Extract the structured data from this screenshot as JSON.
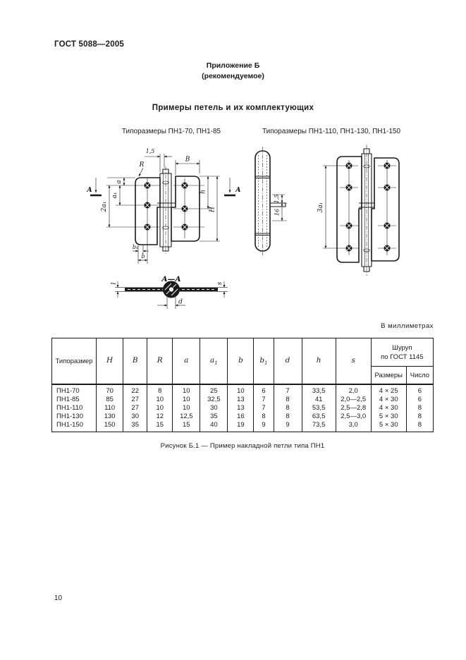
{
  "header": {
    "doc_number": "ГОСТ 5088—2005"
  },
  "appendix": {
    "title": "Приложение Б",
    "subtitle": "(рекомендуемое)",
    "heading": "Примеры петель и их комплектующих"
  },
  "figure": {
    "caption_left": "Типоразмеры ПН1-70, ПН1-85",
    "caption_right": "Типоразмеры ПН1-110, ПН1-130, ПН1-150",
    "figure_caption": "Рисунок Б.1 — Пример накладной петли типа ПН1",
    "labels": {
      "section_letter": "А",
      "section_title": "А—А",
      "gap": "1,5",
      "width": "В",
      "radius": "R",
      "a": "а",
      "a1": "а₁",
      "two_a1": "2а₁",
      "h": "h",
      "height": "Н",
      "b1": "b₁",
      "b": "b",
      "plate_t": "1",
      "plate_s": "s",
      "pin_d": "d",
      "side_gap": "1,5",
      "side_len": "16",
      "three_a1": "3а₁"
    }
  },
  "table": {
    "units_note": "В миллиметрах",
    "columns": [
      {
        "t": "Типоразмер",
        "s": ""
      },
      {
        "t": "H",
        "s": ""
      },
      {
        "t": "B",
        "s": ""
      },
      {
        "t": "R",
        "s": ""
      },
      {
        "t": "a",
        "s": ""
      },
      {
        "t": "a",
        "s": "1"
      },
      {
        "t": "b",
        "s": ""
      },
      {
        "t": "b",
        "s": "1"
      },
      {
        "t": "d",
        "s": ""
      },
      {
        "t": "h",
        "s": ""
      },
      {
        "t": "s",
        "s": ""
      }
    ],
    "screw": {
      "line1": "Шуруп",
      "line2": "по ГОСТ 1145",
      "size_label": "Размеры",
      "count_label": "Число"
    },
    "rows": [
      [
        "ПН1-70",
        "70",
        "22",
        "8",
        "10",
        "25",
        "10",
        "6",
        "7",
        "33,5",
        "2,0",
        "4 × 25",
        "6"
      ],
      [
        "ПН1-85",
        "85",
        "27",
        "10",
        "10",
        "32,5",
        "13",
        "7",
        "8",
        "41",
        "2,0—2,5",
        "4 × 30",
        "6"
      ],
      [
        "ПН1-110",
        "110",
        "27",
        "10",
        "10",
        "30",
        "13",
        "7",
        "8",
        "53,5",
        "2,5—2,8",
        "4 × 30",
        "8"
      ],
      [
        "ПН1-130",
        "130",
        "30",
        "12",
        "12,5",
        "35",
        "16",
        "8",
        "8",
        "63,5",
        "2,5—3,0",
        "5 × 30",
        "8"
      ],
      [
        "ПН1-150",
        "150",
        "35",
        "15",
        "15",
        "40",
        "19",
        "9",
        "9",
        "73,5",
        "3,0",
        "5 × 30",
        "8"
      ]
    ]
  },
  "footer": {
    "page_number": "10"
  }
}
